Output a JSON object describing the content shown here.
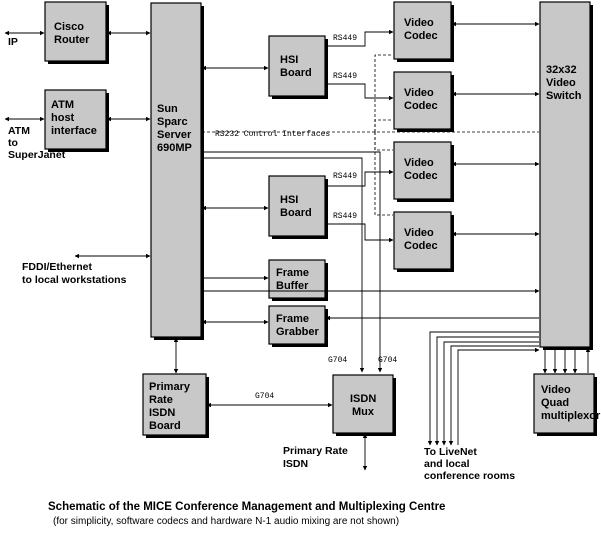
{
  "blocks": {
    "cisco_router": [
      "Cisco",
      "Router"
    ],
    "atm_interface": [
      "ATM",
      "host",
      "interface"
    ],
    "sun_server": [
      "Sun",
      "Sparc",
      "Server",
      "690MP"
    ],
    "hsi_board_1": [
      "HSI",
      "Board"
    ],
    "hsi_board_2": [
      "HSI",
      "Board"
    ],
    "video_codec_1": [
      "Video",
      "Codec"
    ],
    "video_codec_2": [
      "Video",
      "Codec"
    ],
    "video_codec_3": [
      "Video",
      "Codec"
    ],
    "video_codec_4": [
      "Video",
      "Codec"
    ],
    "video_switch": [
      "32x32",
      "Video",
      "Switch"
    ],
    "frame_buffer": [
      "Frame",
      "Buffer"
    ],
    "frame_grabber": [
      "Frame",
      "Grabber"
    ],
    "primary_rate_isdn": [
      "Primary",
      "Rate",
      "ISDN",
      "Board"
    ],
    "isdn_mux": [
      "ISDN",
      "Mux"
    ],
    "video_quad_mux": [
      "Video",
      "Quad",
      "multiplexor"
    ]
  },
  "external_labels": {
    "ip": "IP",
    "atm_to_superjanet": [
      "ATM",
      "to",
      "SuperJanet"
    ],
    "fddi": [
      "FDDI/Ethernet",
      "to local workstations"
    ],
    "primary_rate_isdn": [
      "Primary Rate",
      "ISDN"
    ],
    "livenet": [
      "To LiveNet",
      "and local",
      "conference rooms"
    ]
  },
  "signal_labels": {
    "rs449": "RS449",
    "rs232": "RS232 Control Interfaces",
    "g704": "G704"
  },
  "caption": {
    "title": "Schematic of the MICE Conference Management and Multiplexing Centre",
    "subtitle": "(for simplicity, software codecs and hardware N-1 audio mixing are not shown)"
  }
}
